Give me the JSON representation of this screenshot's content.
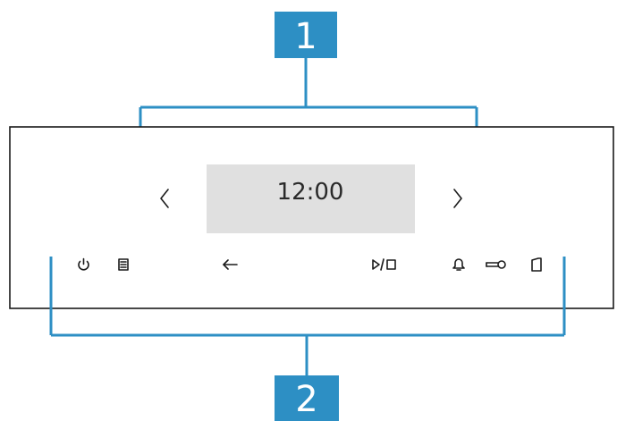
{
  "callouts": [
    {
      "label": "1"
    },
    {
      "label": "2"
    }
  ],
  "display": {
    "time": "12:00"
  },
  "buttons": [
    {
      "name": "power-icon"
    },
    {
      "name": "menu-icon"
    },
    {
      "name": "back-arrow-icon"
    },
    {
      "name": "start-stop-icon"
    },
    {
      "name": "bell-icon"
    },
    {
      "name": "key-lock-icon"
    },
    {
      "name": "door-icon"
    }
  ],
  "colors": {
    "callout_blue": "#2d8fc4",
    "callout_line": "#2d8fc4",
    "panel_border": "#1a1a1a",
    "display_bg": "#e0e0e0"
  }
}
